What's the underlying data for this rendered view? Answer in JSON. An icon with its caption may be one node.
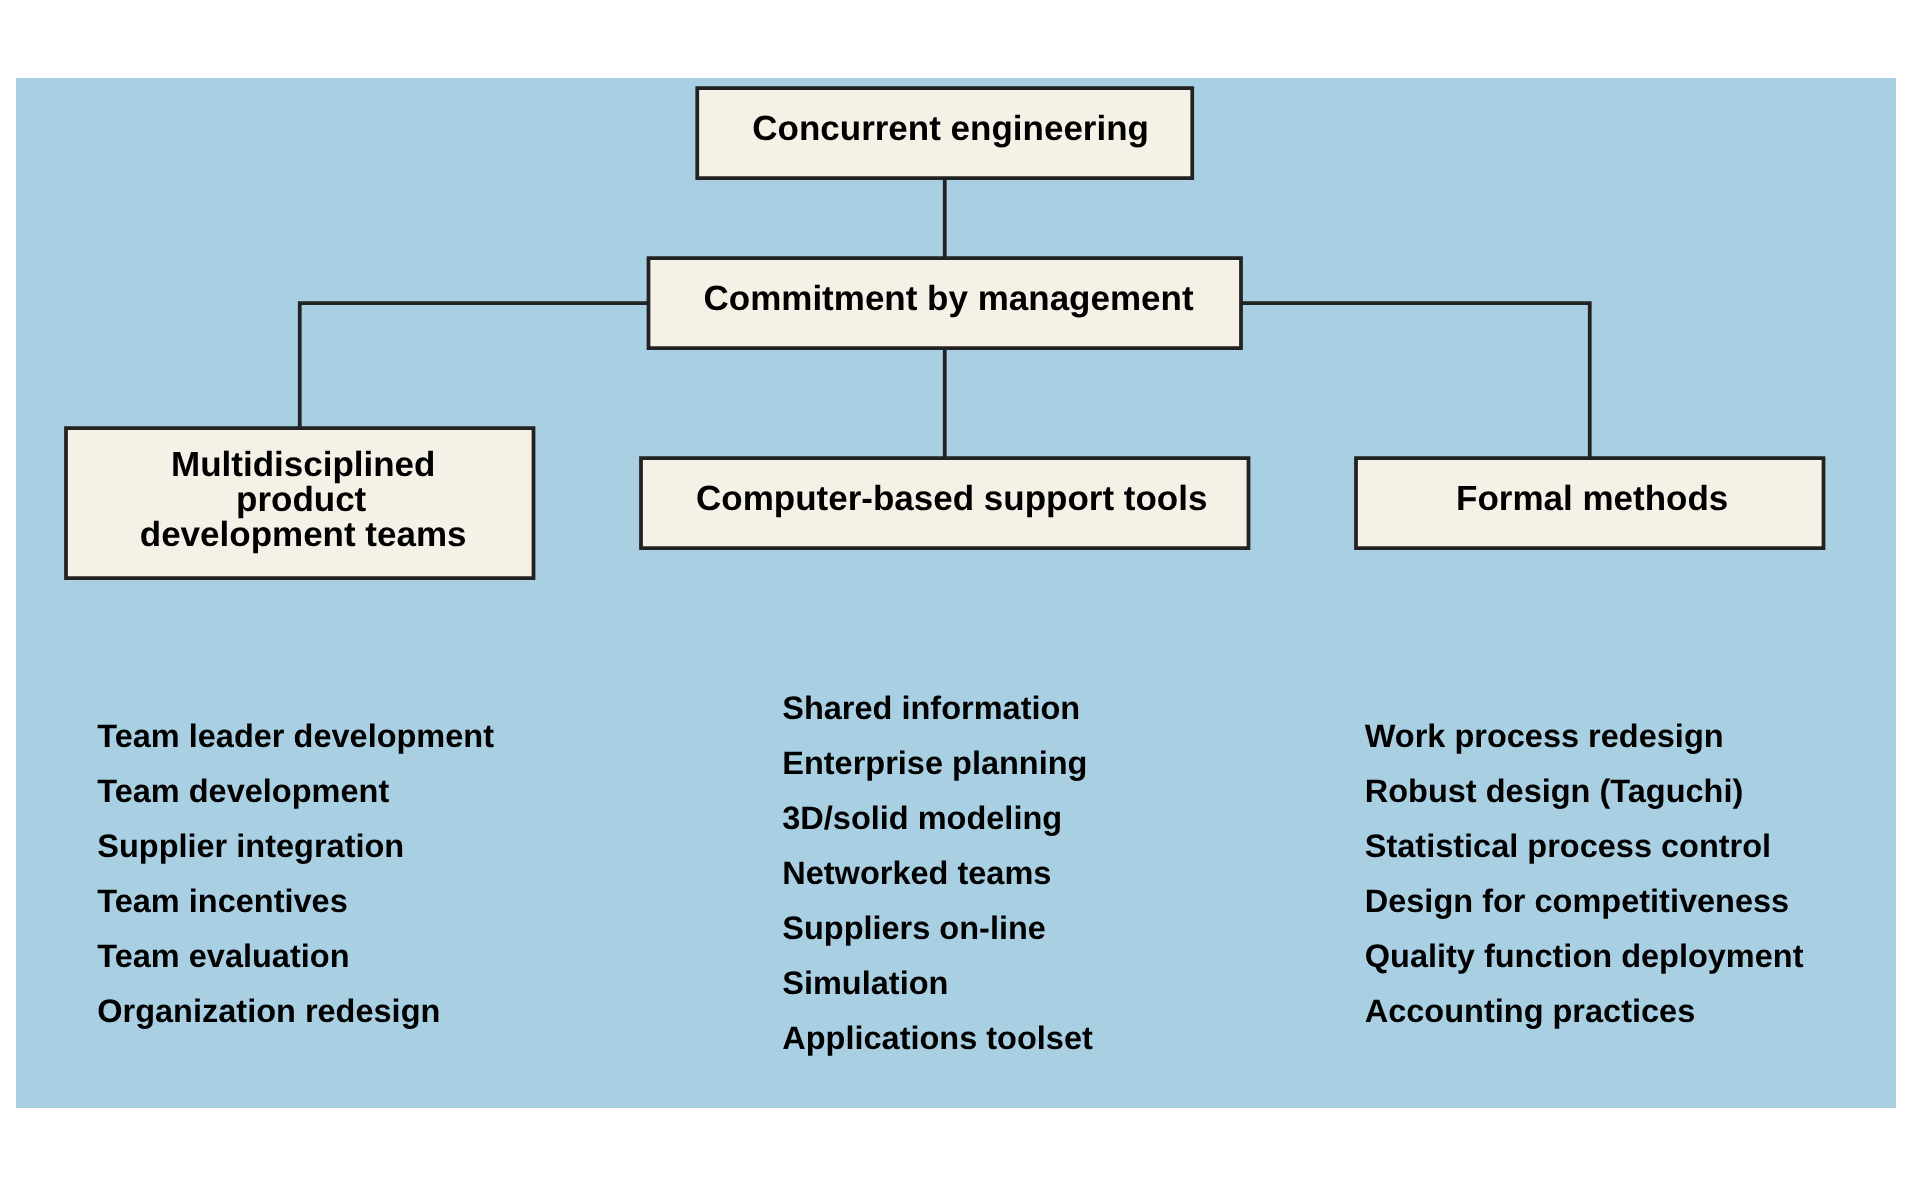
{
  "diagram": {
    "nodes": [
      {
        "text": [
          "Concurrent engineering"
        ]
      },
      {
        "text": [
          "Commitment by management"
        ]
      },
      {
        "text": [
          "Multidisciplined product development teams"
        ],
        "beside": [
          "Team leader development",
          "Team development",
          "Supplier integration",
          "Team incentives",
          "Team evaluation",
          "Organization redesign"
        ]
      },
      {
        "text": [
          "Computer-based support tools"
        ],
        "beside": [
          "Shared information",
          "Enterprise planning",
          "3D/solid modeling",
          "Networked teams",
          "Suppliers on-line",
          "Simulation",
          "Applications toolset"
        ]
      },
      {
        "text": [
          "Formal methods"
        ],
        "beside": [
          "Work process redesign",
          "Robust design (Taguchi)",
          "Statistical process control",
          "Design for competitiveness",
          "Quality function deployment",
          "Accounting practices"
        ]
      }
    ],
    "edges": [
      {
        "from": 0,
        "to": 1,
        "arrow": "none"
      },
      {
        "from": 1,
        "to": 2,
        "arrow": "none"
      },
      {
        "from": 1,
        "to": 3,
        "arrow": "none"
      },
      {
        "from": 1,
        "to": 4,
        "arrow": "none"
      }
    ]
  }
}
